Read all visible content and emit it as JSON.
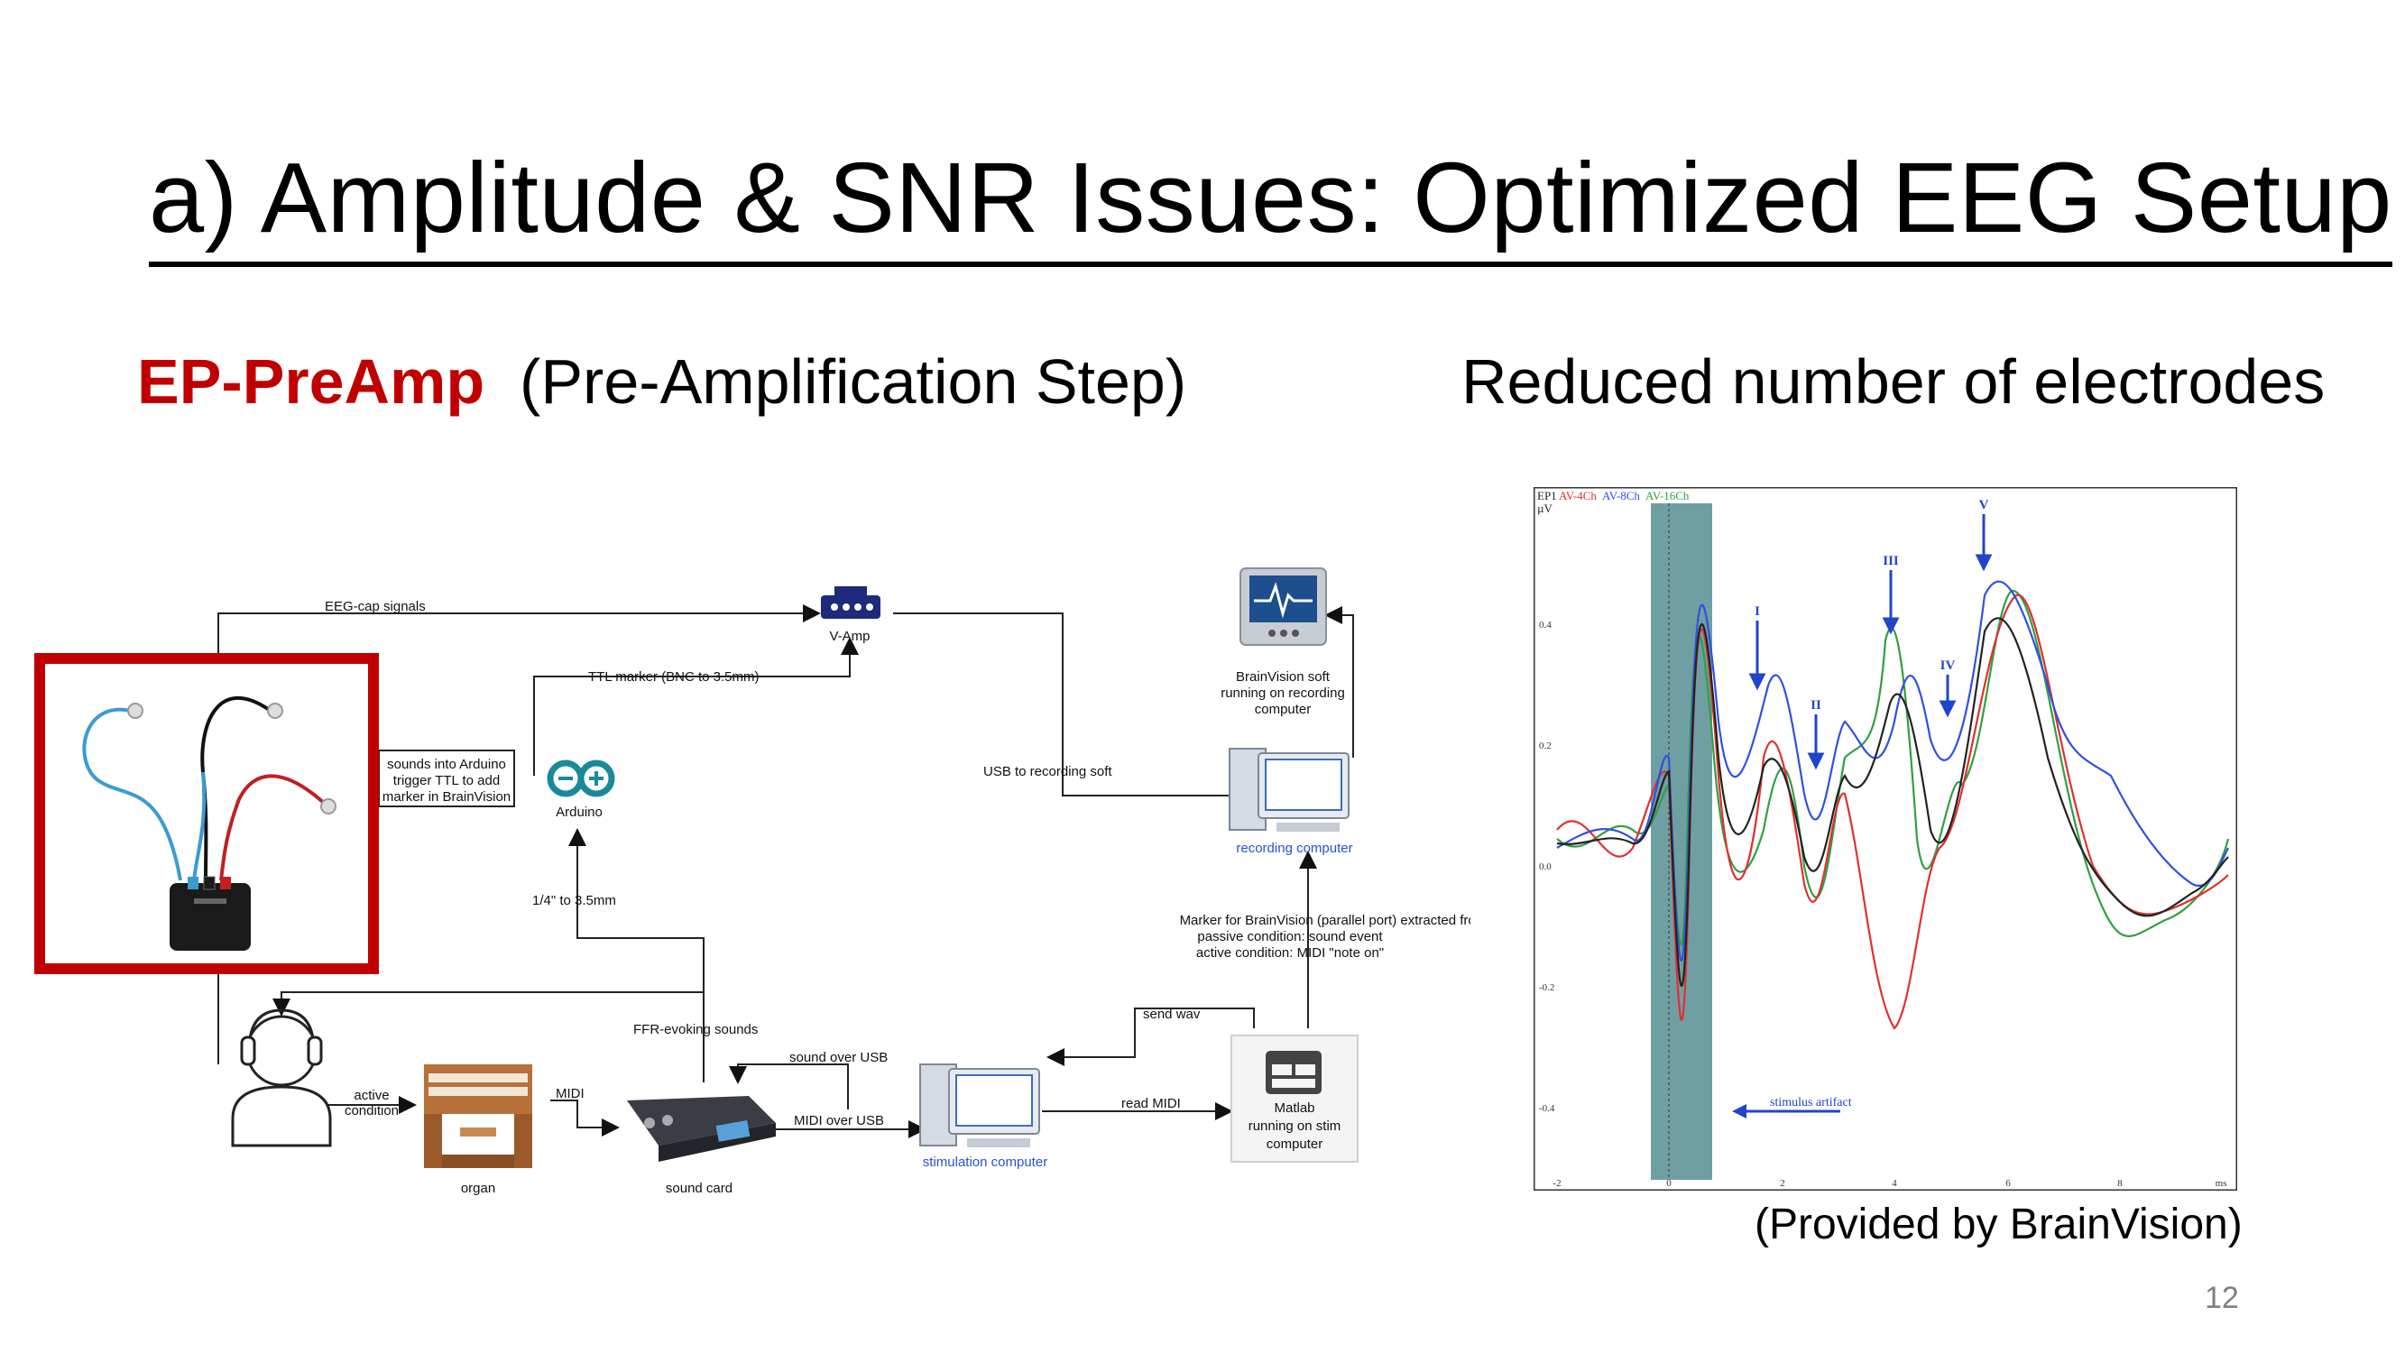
{
  "title": "a) Amplitude & SNR Issues: Optimized EEG Setup",
  "left_heading": {
    "name": "EP-PreAmp",
    "detail": "(Pre-Amplification Step)"
  },
  "right_heading": "Reduced number of electrodes",
  "credit": "(Provided by BrainVision)",
  "page_number": "12",
  "colors": {
    "accent_red": "#c00000",
    "artifact_band": "#6f9fa3"
  },
  "diagram": {
    "eeg_cap_signals": "EEG-cap signals",
    "vamp": "V-Amp",
    "ttl_marker": "TTL marker (BNC to 3.5mm)",
    "arduino_note": [
      "sounds into Arduino",
      "trigger TTL to add",
      "marker in BrainVision"
    ],
    "arduino": "Arduino",
    "usb_recording": "USB to recording soft",
    "brainvision_soft": [
      "BrainVision soft",
      "running on recording",
      "computer"
    ],
    "recording_computer": "recording computer",
    "quarter_inch": "1/4\" to 3.5mm",
    "marker_note": [
      "Marker for BrainVision (parallel port) extracted from:",
      "passive condition: sound event",
      "active condition: MIDI \"note on\""
    ],
    "ffr_sounds": "FFR-evoking sounds",
    "send_wav": "send wav",
    "sound_over_usb": "sound over USB",
    "active_condition": [
      "active",
      "condition"
    ],
    "midi": "MIDI",
    "midi_over_usb": "MIDI over USB",
    "read_midi": "read MIDI",
    "matlab": [
      "Matlab",
      "running on stim",
      "computer"
    ],
    "organ": "organ",
    "sound_card": "sound card",
    "stimulation_computer": "stimulation computer"
  },
  "eeg_plot": {
    "legend": [
      "EP1",
      "AV-4Ch",
      "AV-8Ch",
      "AV-16Ch"
    ],
    "legend_colors": [
      "#222222",
      "#e03030",
      "#3050e0",
      "#30a040"
    ],
    "unit": "µV",
    "x_ticks": [
      "-2",
      "0",
      "2",
      "4",
      "6",
      "8"
    ],
    "x_unit": "ms",
    "y_ticks": [
      "0.4",
      "0.2",
      "0.0",
      "-0.2",
      "-0.4"
    ],
    "peaks": [
      "I",
      "II",
      "III",
      "IV",
      "V"
    ],
    "artifact_label": "stimulus artifact"
  }
}
